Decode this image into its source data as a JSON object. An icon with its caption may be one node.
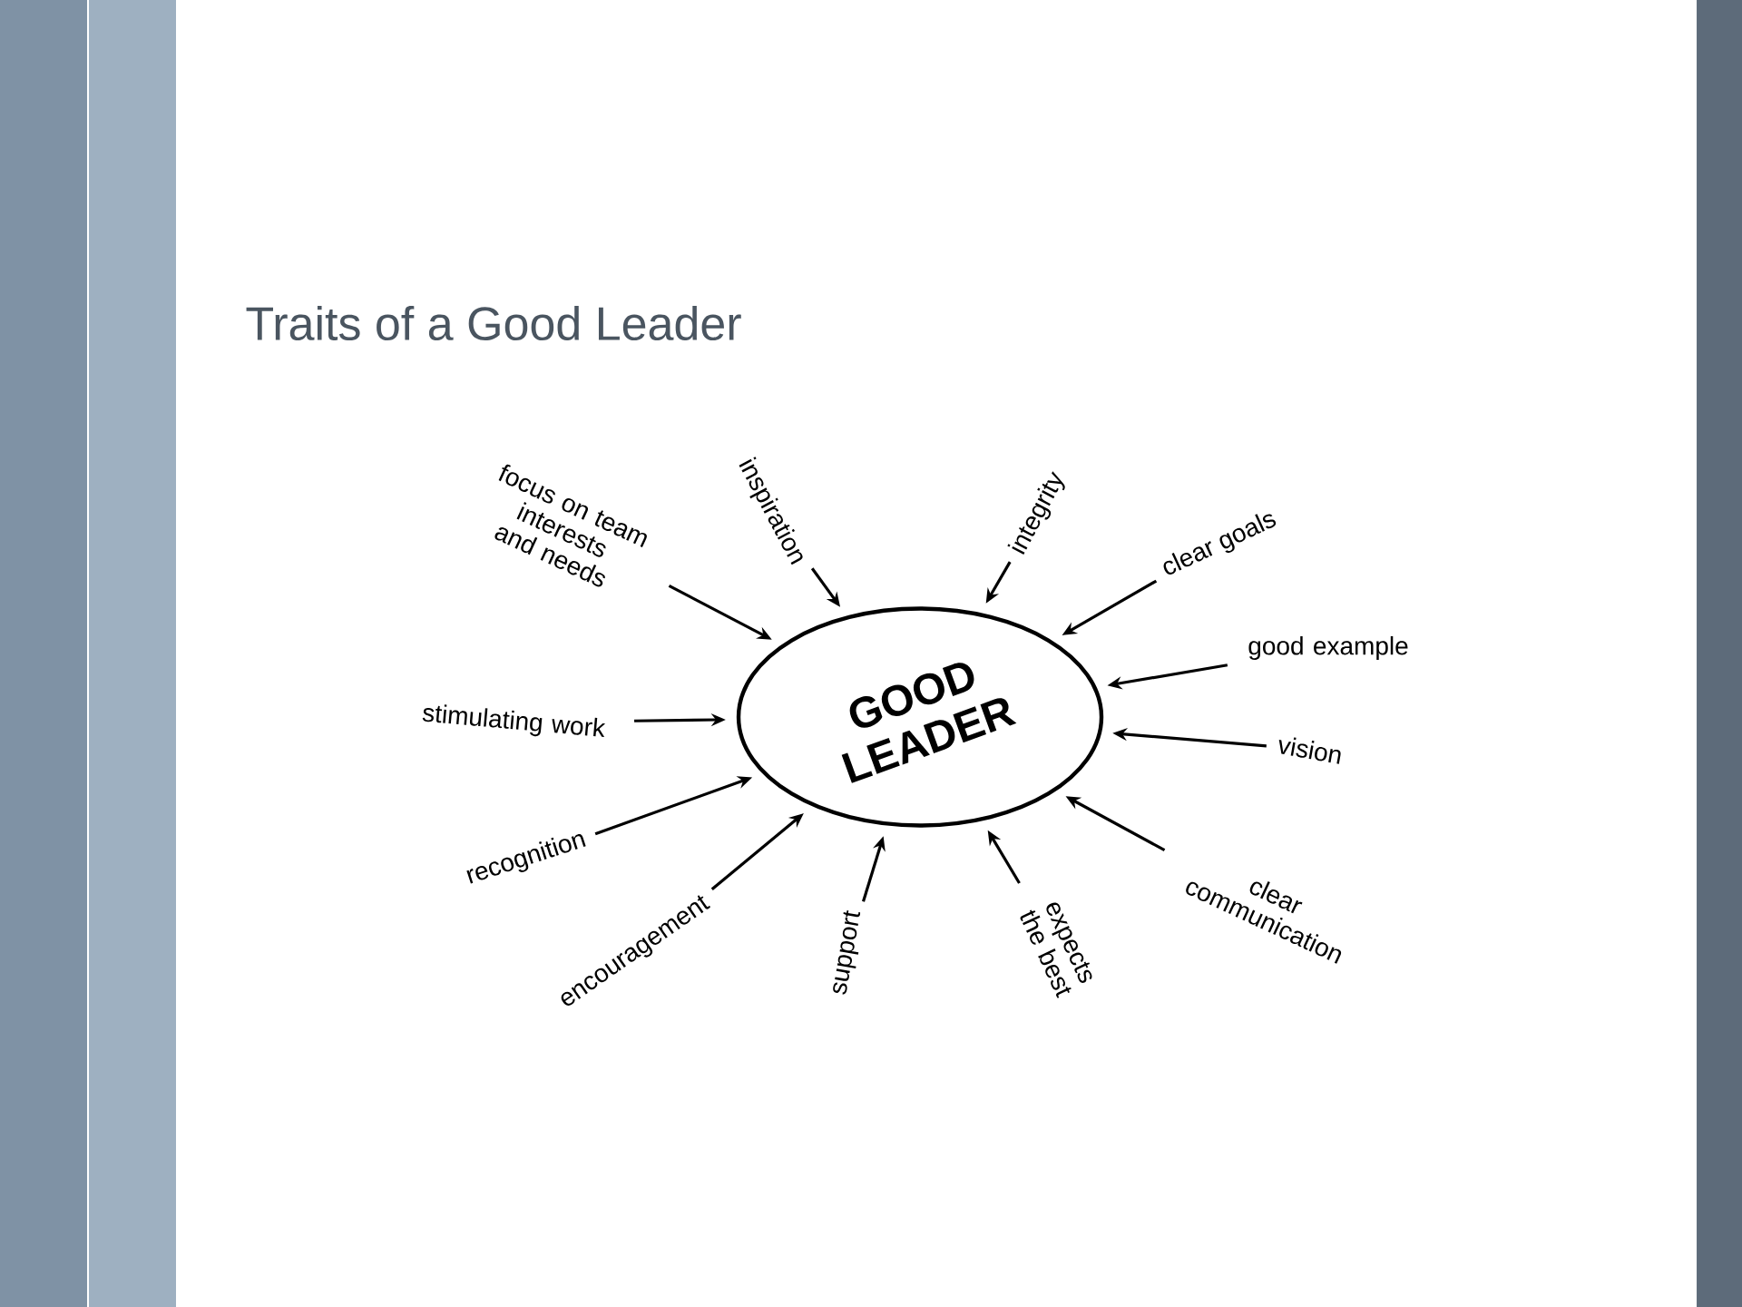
{
  "diagram": {
    "title": "Traits of a Good Leader",
    "nodes": [
      {
        "text": [
          "GOOD LEADER"
        ]
      },
      {
        "text": [
          "focus on team interests and needs"
        ]
      },
      {
        "text": [
          "inspiration"
        ]
      },
      {
        "text": [
          "integrity"
        ]
      },
      {
        "text": [
          "clear goals"
        ]
      },
      {
        "text": [
          "good example"
        ]
      },
      {
        "text": [
          "vision"
        ]
      },
      {
        "text": [
          "clear communication"
        ]
      },
      {
        "text": [
          "expects the best"
        ]
      },
      {
        "text": [
          "support"
        ]
      },
      {
        "text": [
          "encouragement"
        ]
      },
      {
        "text": [
          "recognition"
        ]
      },
      {
        "text": [
          "stimulating work"
        ]
      }
    ],
    "edges": [
      {
        "from": 1,
        "to": 0,
        "arrow": "to"
      },
      {
        "from": 2,
        "to": 0,
        "arrow": "to"
      },
      {
        "from": 3,
        "to": 0,
        "arrow": "to"
      },
      {
        "from": 4,
        "to": 0,
        "arrow": "to"
      },
      {
        "from": 5,
        "to": 0,
        "arrow": "to"
      },
      {
        "from": 6,
        "to": 0,
        "arrow": "to"
      },
      {
        "from": 7,
        "to": 0,
        "arrow": "to"
      },
      {
        "from": 8,
        "to": 0,
        "arrow": "to"
      },
      {
        "from": 9,
        "to": 0,
        "arrow": "to"
      },
      {
        "from": 10,
        "to": 0,
        "arrow": "to"
      },
      {
        "from": 11,
        "to": 0,
        "arrow": "to"
      },
      {
        "from": 12,
        "to": 0,
        "arrow": "to"
      }
    ]
  }
}
